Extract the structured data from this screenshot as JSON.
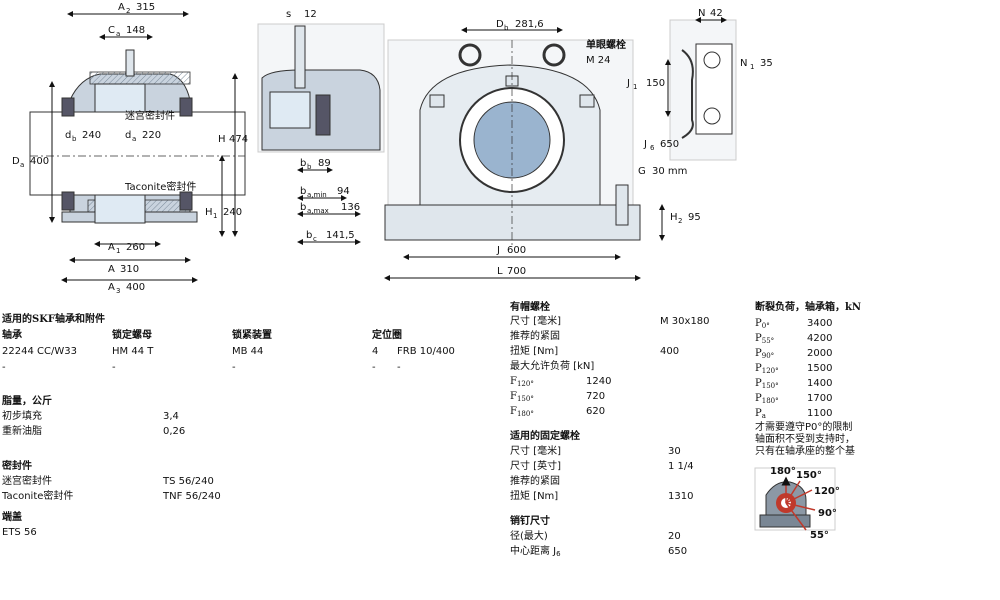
{
  "diagram": {
    "section_view": {
      "A2": "315",
      "Ca": "148",
      "db": "240",
      "da": "220",
      "H": "474",
      "Da": "400",
      "H1": "240",
      "A1": "260",
      "A": "310",
      "A3": "400",
      "labyrinth_label": "迷宫密封件",
      "taconite_label": "Taconite密封件"
    },
    "detail_view": {
      "s": "12",
      "bb": "89",
      "ba_min": "94",
      "ba_max": "136",
      "bc": "141,5"
    },
    "front_view": {
      "Db": "281,6",
      "eye_bolt_label": "单眼螺栓",
      "eye_bolt_size": "M 24",
      "J1": "150",
      "G": "30 mm",
      "H2": "95",
      "J": "600",
      "L": "700"
    },
    "side_view": {
      "N": "42",
      "N1": "35",
      "J6": "650"
    },
    "load_diagram": {
      "labels": [
        "180°",
        "150°",
        "120°",
        "90°",
        "55°"
      ]
    }
  },
  "left_table": {
    "header": "适用的SKF轴承和附件",
    "columns": [
      "轴承",
      "锁定螺母",
      "锁紧装置",
      "定位圈"
    ],
    "rows": [
      [
        "22244 CC/W33",
        "HM 44 T",
        "MB 44",
        "4",
        "FRB 10/400"
      ],
      [
        "-",
        "-",
        "-",
        "-",
        "-"
      ]
    ]
  },
  "grease": {
    "header": "脂量，公斤",
    "rows": [
      {
        "label": "初步填充",
        "value": "3,4"
      },
      {
        "label": "重新油脂",
        "value": "0,26"
      }
    ]
  },
  "seals": {
    "header": "密封件",
    "rows": [
      {
        "label": "迷宫密封件",
        "value": "TS 56/240"
      },
      {
        "label": "Taconite密封件",
        "value": "TNF 56/240"
      }
    ]
  },
  "end_cover": {
    "header": "端盖",
    "value": "ETS 56"
  },
  "cap_bolts": {
    "header": "有帽螺栓",
    "size_label": "尺寸 [毫米]",
    "size_value": "M 30x180",
    "torque_note": "推荐的紧固",
    "torque_label": "扭矩 [Nm]",
    "torque_value": "400",
    "max_load_label": "最大允许负荷 [kN]",
    "loads": [
      {
        "sub": "120°",
        "value": "1240"
      },
      {
        "sub": "150°",
        "value": "720"
      },
      {
        "sub": "180°",
        "value": "620"
      }
    ]
  },
  "fix_bolts": {
    "header": "适用的固定螺栓",
    "rows": [
      {
        "label": "尺寸 [毫米]",
        "value": "30"
      },
      {
        "label": "尺寸 [英寸]",
        "value": "1 1/4"
      },
      {
        "label": "推荐的紧固",
        "value": ""
      },
      {
        "label": "扭矩 [Nm]",
        "value": "1310"
      }
    ]
  },
  "dowel": {
    "header": "销钉尺寸",
    "rows": [
      {
        "label": "径(最大)",
        "value": "20"
      },
      {
        "label": "中心距离 J",
        "label_sub": "6",
        "value": "650"
      }
    ]
  },
  "breaking_loads": {
    "header": "断裂负荷，轴承箱，kN",
    "rows": [
      {
        "sub": "0°",
        "value": "3400"
      },
      {
        "sub": "55°",
        "value": "4200"
      },
      {
        "sub": "90°",
        "value": "2000"
      },
      {
        "sub": "120°",
        "value": "1500"
      },
      {
        "sub": "150°",
        "value": "1400"
      },
      {
        "sub": "180°",
        "value": "1700"
      },
      {
        "sub": "a",
        "value": "1100"
      }
    ],
    "note": [
      "才需要遵守P0°的限制",
      "轴面积不受到支持时，",
      "只有在轴承座的整个基"
    ]
  }
}
